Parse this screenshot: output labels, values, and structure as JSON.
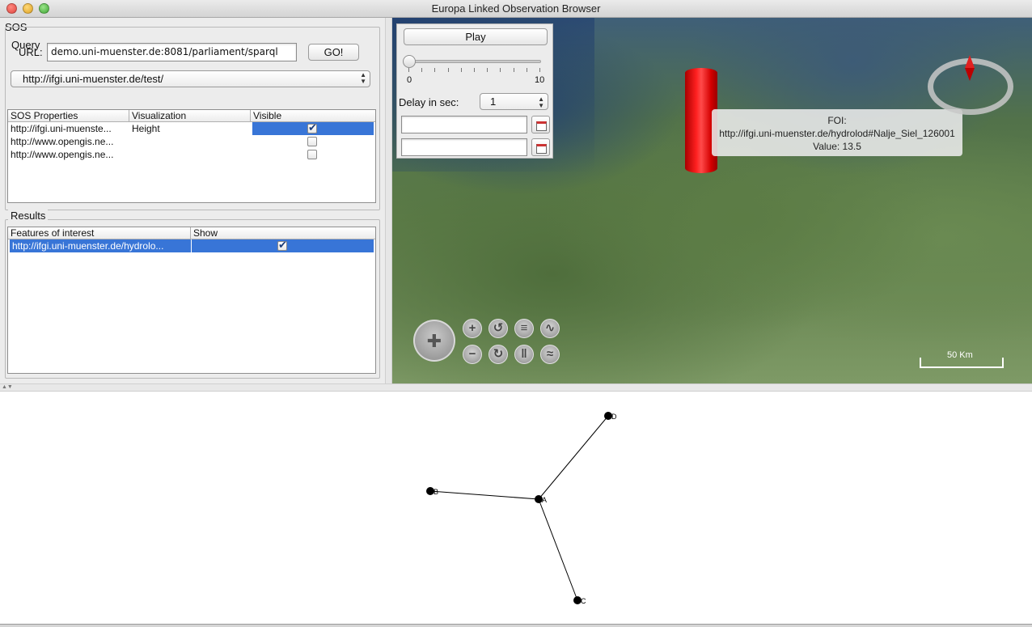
{
  "window": {
    "title": "Europa Linked Observation Browser"
  },
  "sos": {
    "label": "SOS",
    "query": {
      "title": "Query",
      "url_label": "URL:",
      "url_value": "demo.uni-muenster.de:8081/parliament/sparql",
      "go_label": "GO!",
      "selected_endpoint": "http://ifgi.uni-muenster.de/test/"
    },
    "properties_table": {
      "headers": [
        "SOS Properties",
        "Visualization",
        "Visible"
      ],
      "rows": [
        {
          "property": "http://ifgi.uni-muenste...",
          "visualization": "Height",
          "visible": true,
          "selected": true
        },
        {
          "property": "http://www.opengis.ne...",
          "visualization": "",
          "visible": false,
          "selected": false
        },
        {
          "property": "http://www.opengis.ne...",
          "visualization": "",
          "visible": false,
          "selected": false
        }
      ]
    }
  },
  "results": {
    "title": "Results",
    "headers": [
      "Features of interest",
      "Show"
    ],
    "rows": [
      {
        "feature": "http://ifgi.uni-muenster.de/hydrolo...",
        "show": true,
        "selected": true
      }
    ]
  },
  "player": {
    "play_label": "Play",
    "slider_min": "0",
    "slider_max": "10",
    "slider_value": 0,
    "delay_label": "Delay in sec:",
    "delay_value": "1"
  },
  "map": {
    "popup": {
      "line1": "FOI:",
      "line2": "http://ifgi.uni-muenster.de/hydrolod#Nalje_Siel_126001",
      "line3": "Value: 13.5"
    },
    "scale_label": "50 Km",
    "colors": {
      "cylinder": "#e00000",
      "selection": "#3875d7"
    }
  },
  "graph": {
    "nodes": [
      {
        "id": "A",
        "label": "A"
      },
      {
        "id": "B",
        "label": "B"
      },
      {
        "id": "C",
        "label": "C"
      },
      {
        "id": "D",
        "label": "D"
      }
    ],
    "edges": [
      [
        "A",
        "B"
      ],
      [
        "A",
        "C"
      ],
      [
        "A",
        "D"
      ]
    ]
  }
}
